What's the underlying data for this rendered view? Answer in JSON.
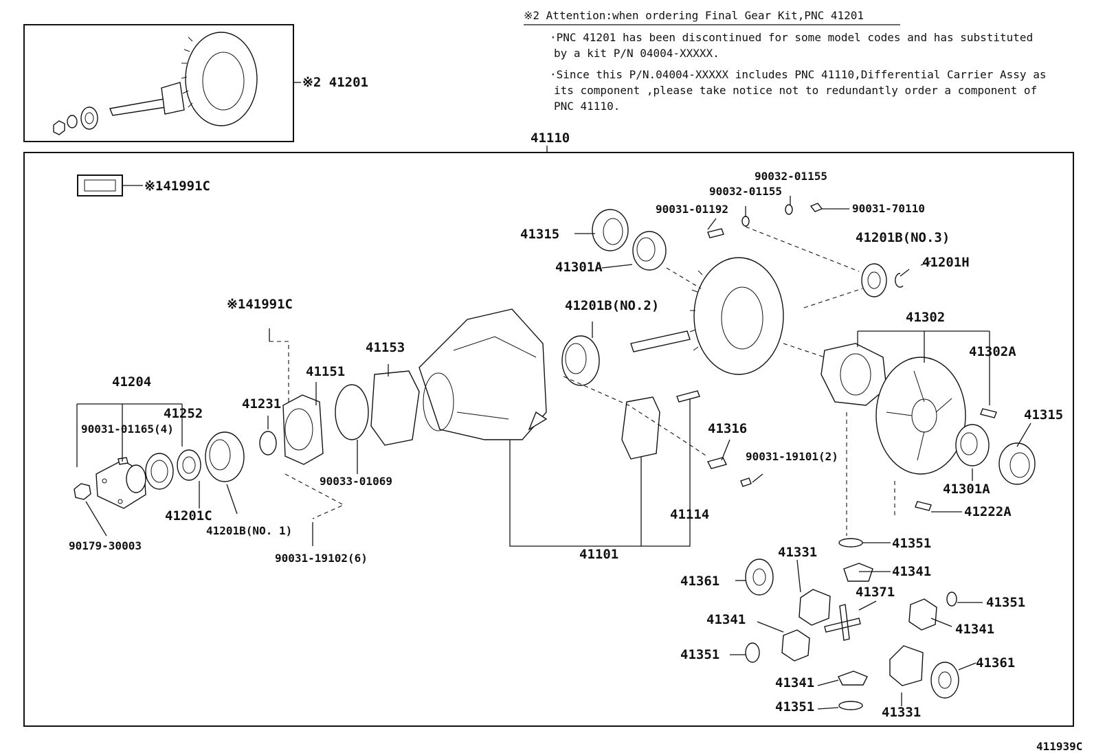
{
  "notes": {
    "attention_title": "※2 Attention:when ordering Final Gear Kit,PNC 41201",
    "line1a": "·PNC 41201 has been discontinued for some model codes and has substituted",
    "line1b": "by a kit P/N 04004-XXXXX.",
    "line2a": "·Since this P/N.04004-XXXXX includes PNC 41110,Differential Carrier Assy as",
    "line2b": "its component ,please take notice not to redundantly order a component of",
    "line2c": "PNC 41110."
  },
  "inset_label": "※2 41201",
  "assembly_label": "41110",
  "labels": {
    "l41991c_top": "※141991C",
    "l41991c_mid": "※141991C",
    "l41204": "41204",
    "l41252": "41252",
    "l90031_01165": "90031-01165(4)",
    "l41201c": "41201C",
    "l41201b_no1": "41201B(NO. 1)",
    "l90179": "90179-30003",
    "l41231": "41231",
    "l41151": "41151",
    "l41153": "41153",
    "l90033": "90033-01069",
    "l90031_19102": "90031-19102(6)",
    "l41101": "41101",
    "l41114": "41114",
    "l41316": "41316",
    "l90031_19101": "90031-19101(2)",
    "l41201b_no2": "41201B(NO.2)",
    "l41315_top": "41315",
    "l41301a_top": "41301A",
    "l90031_01192": "90031-01192",
    "l90032_01155a": "90032-01155",
    "l90032_01155b": "90032-01155",
    "l90031_70110": "90031-70110",
    "l41201b_no3": "41201B(NO.3)",
    "l41201h": "41201H",
    "l41302": "41302",
    "l41302a": "41302A",
    "l41315_right": "41315",
    "l41301a_right": "41301A",
    "l41222a": "41222A",
    "l41351_a": "41351",
    "l41331_top": "41331",
    "l41341_a": "41341",
    "l41361_left": "41361",
    "l41371": "41371",
    "l41351_b": "41351",
    "l41341_b": "41341",
    "l41341_c": "41341",
    "l41351_c": "41351",
    "l41341_d": "41341",
    "l41351_d": "41351",
    "l41361_right": "41361",
    "l41331_bottom": "41331"
  },
  "figure_id": "411939C"
}
